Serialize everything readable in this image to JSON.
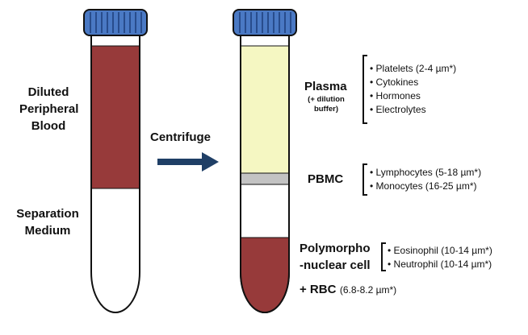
{
  "left_tube": {
    "label_line1": "Diluted",
    "label_line2": "Peripheral",
    "label_line3": "Blood",
    "medium_line1": "Separation",
    "medium_line2": "Medium"
  },
  "process": {
    "label": "Centrifuge"
  },
  "plasma": {
    "title": "Plasma",
    "note_line1": "(+ dilution",
    "note_line2": "buffer)",
    "items": [
      "Platelets (2-4 µm*)",
      "Cytokines",
      "Hormones",
      "Electrolytes"
    ]
  },
  "pbmc": {
    "title": "PBMC",
    "items": [
      "Lymphocytes (5-18 µm*)",
      "Monocytes (16-25 µm*)"
    ]
  },
  "pmn": {
    "title_line1": "Polymorpho",
    "title_line2": "-nuclear cell",
    "items": [
      "Eosinophil (10-14 µm*)",
      "Neutrophil (10-14 µm*)"
    ],
    "rbc_title": "+ RBC",
    "rbc_size": "(6.8-8.2 µm*)"
  },
  "colors": {
    "cap": "#4a79c4",
    "blood": "#973a3a",
    "plasma": "#f5f7c2",
    "pbmc": "#c3c3c3",
    "arrow": "#1f3f66"
  }
}
